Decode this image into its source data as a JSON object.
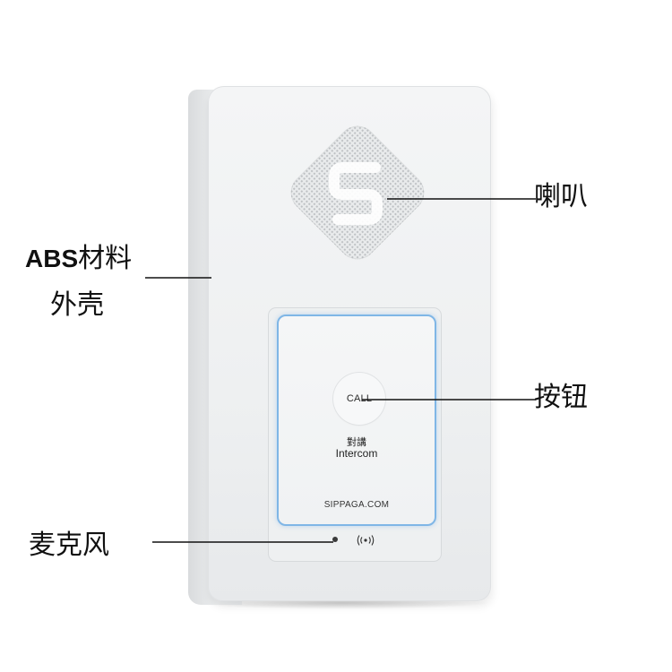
{
  "product": {
    "button_label": "CALL",
    "label_zh": "對講",
    "label_en": "Intercom",
    "website": "SIPPAGA.COM",
    "indicator_icon": "wireless-signal-icon",
    "speaker_logo_icon": "s-logo-icon",
    "panel_glow_color": "#7fb6e6"
  },
  "annotations": {
    "speaker": "喇叭",
    "button": "按钮",
    "microphone": "麦克风",
    "shell_line1_prefix": "ABS",
    "shell_line1_suffix": "材料",
    "shell_line2": "外壳"
  }
}
